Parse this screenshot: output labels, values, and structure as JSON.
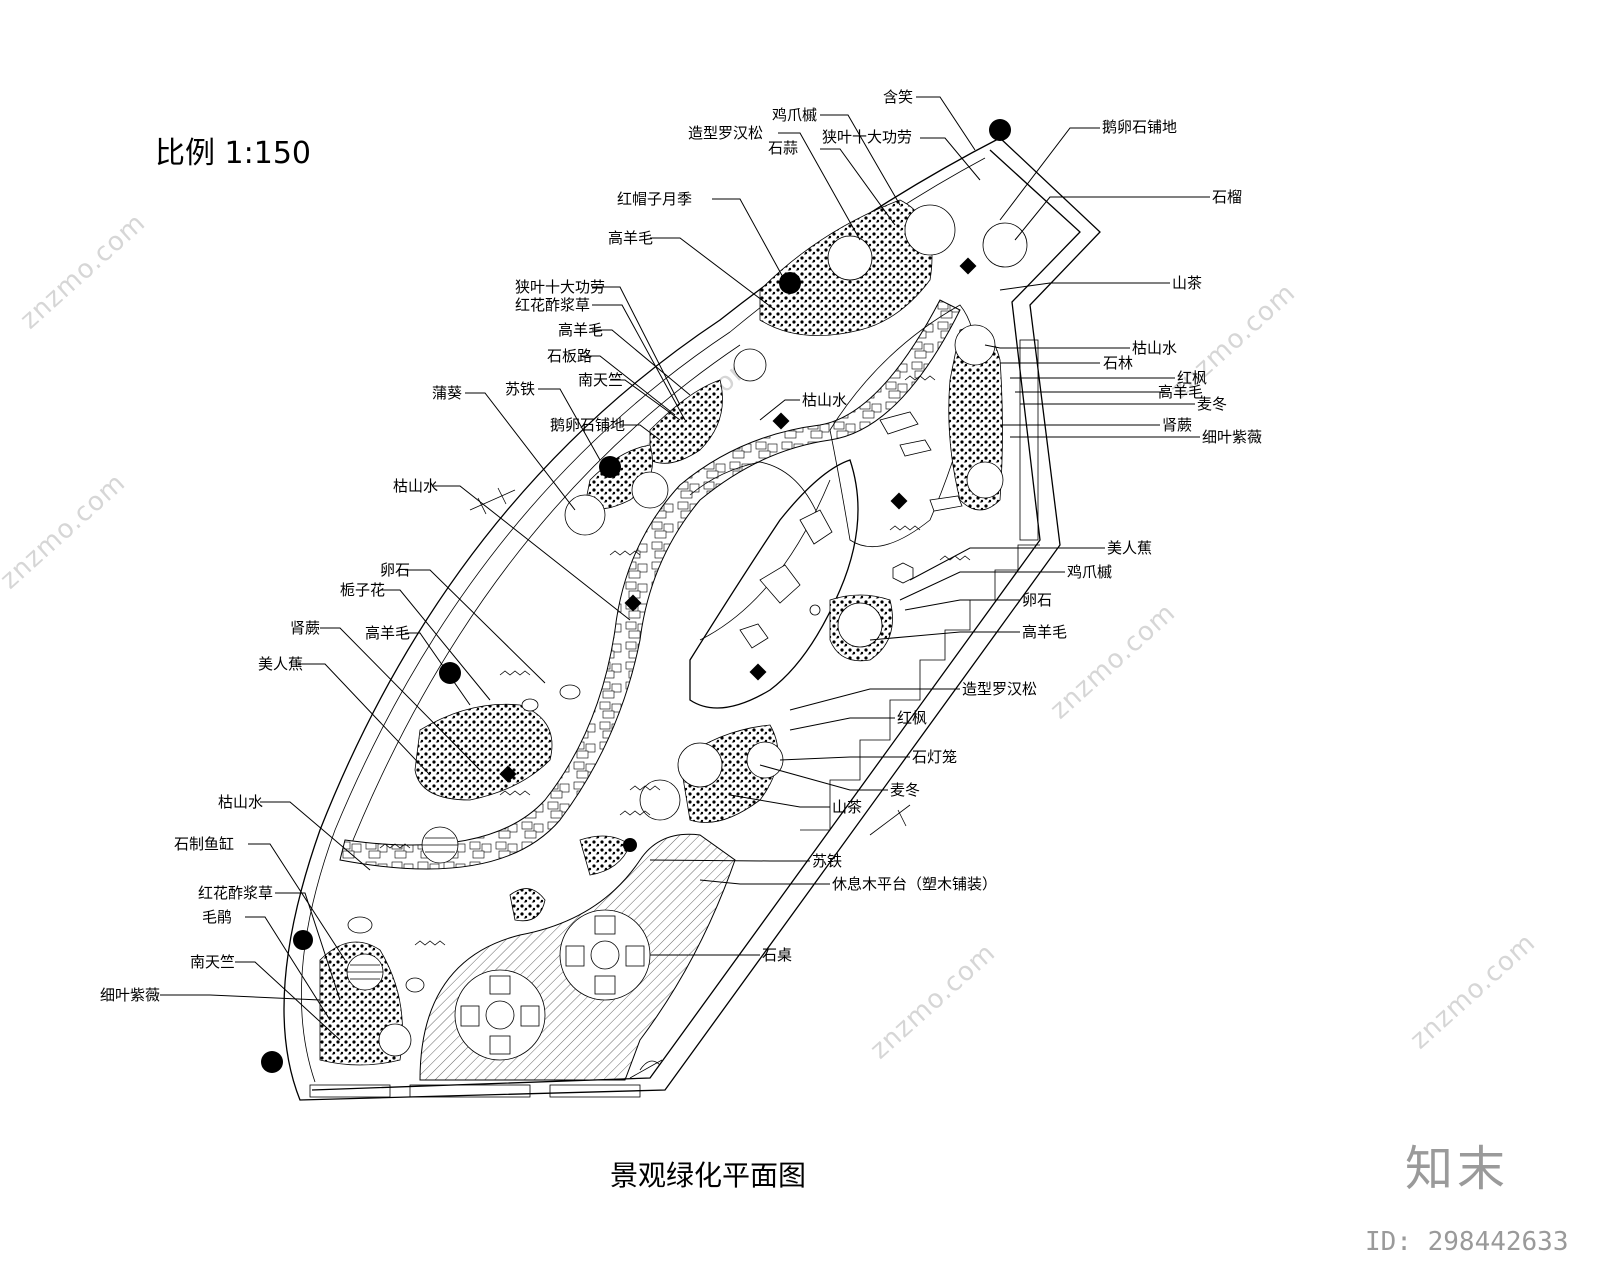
{
  "scale_text": "比例 1:150",
  "title": "景观绿化平面图",
  "brand": "知末",
  "image_id": "ID: 298442633",
  "watermark": "znzmo.com",
  "labels": [
    "含笑",
    "鸡爪槭",
    "造型罗汉松",
    "石蒜",
    "狭叶十大功劳",
    "鹅卵石铺地",
    "石榴",
    "红帽子月季",
    "高羊毛",
    "山茶",
    "狭叶十大功劳",
    "红花酢浆草",
    "高羊毛",
    "石板路",
    "南天竺",
    "枯山水",
    "石林",
    "红枫",
    "高羊毛",
    "麦冬",
    "苏铁",
    "蒲葵",
    "枯山水",
    "鹅卵石铺地",
    "肾蕨",
    "细叶紫薇",
    "枯山水",
    "美人蕉",
    "卵石",
    "鸡爪槭",
    "栀子花",
    "卵石",
    "肾蕨",
    "高羊毛",
    "高羊毛",
    "美人蕉",
    "造型罗汉松",
    "红枫",
    "石灯笼",
    "麦冬",
    "枯山水",
    "山茶",
    "石制鱼缸",
    "苏铁",
    "休息木平台（塑木铺装）",
    "红花酢浆草",
    "毛鹃",
    "石桌",
    "南天竺",
    "细叶紫薇"
  ]
}
